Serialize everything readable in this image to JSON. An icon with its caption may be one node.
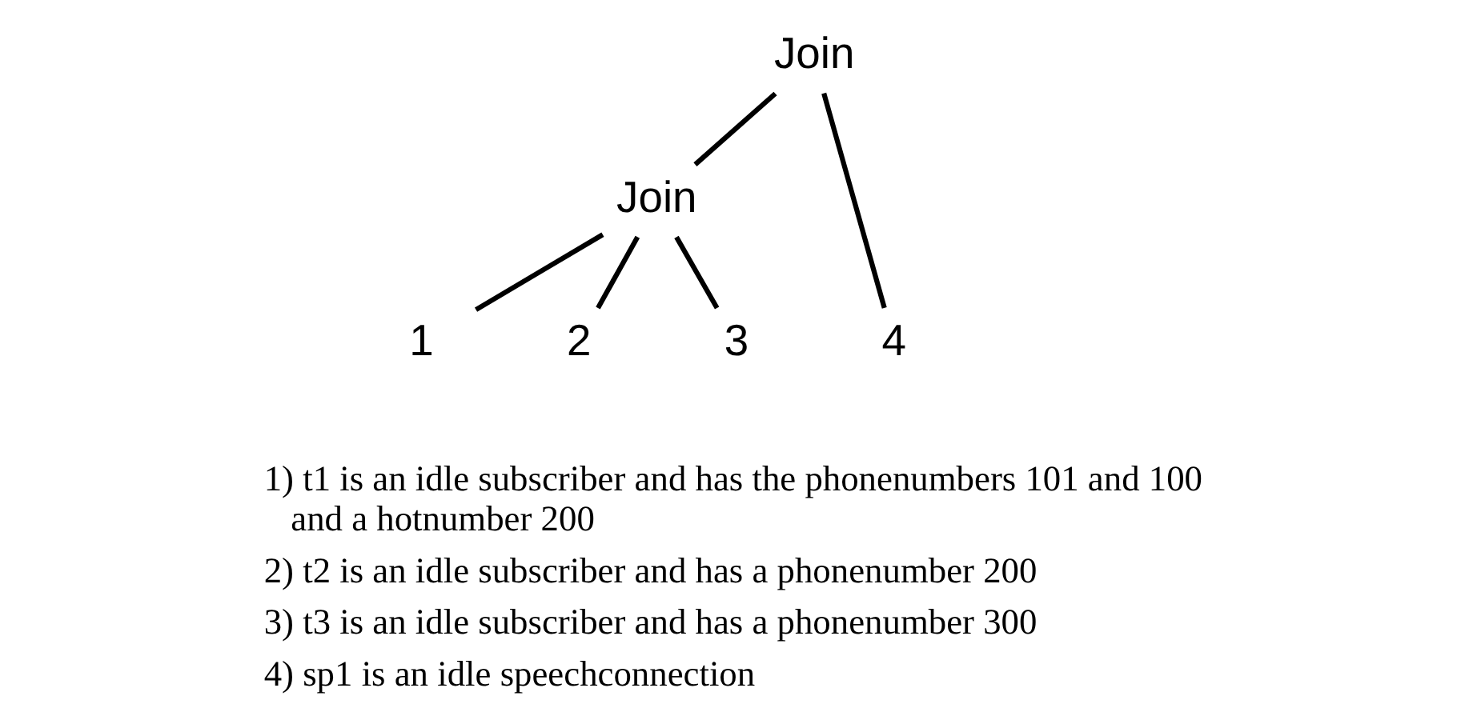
{
  "diagram": {
    "nodes": [
      {
        "text": [
          "Join"
        ]
      },
      {
        "text": [
          "Join"
        ]
      },
      {
        "text": [
          "1"
        ]
      },
      {
        "text": [
          "2"
        ]
      },
      {
        "text": [
          "3"
        ]
      },
      {
        "text": [
          "4"
        ]
      }
    ],
    "edges": [
      {
        "from": 0,
        "to": 1,
        "arrow": "none"
      },
      {
        "from": 0,
        "to": 5,
        "arrow": "none"
      },
      {
        "from": 1,
        "to": 2,
        "arrow": "none"
      },
      {
        "from": 1,
        "to": 3,
        "arrow": "none"
      },
      {
        "from": 1,
        "to": 4,
        "arrow": "none"
      }
    ],
    "labels": [
      "1) t1 is an idle subscriber and has the phonenumbers 101 and 100 and a hotnumber 200",
      "2) t2 is an idle subscriber and has a phonenumber 200",
      "3) t3 is an idle subscriber and has a phonenumber 300",
      "4) sp1 is an idle speechconnection"
    ]
  }
}
